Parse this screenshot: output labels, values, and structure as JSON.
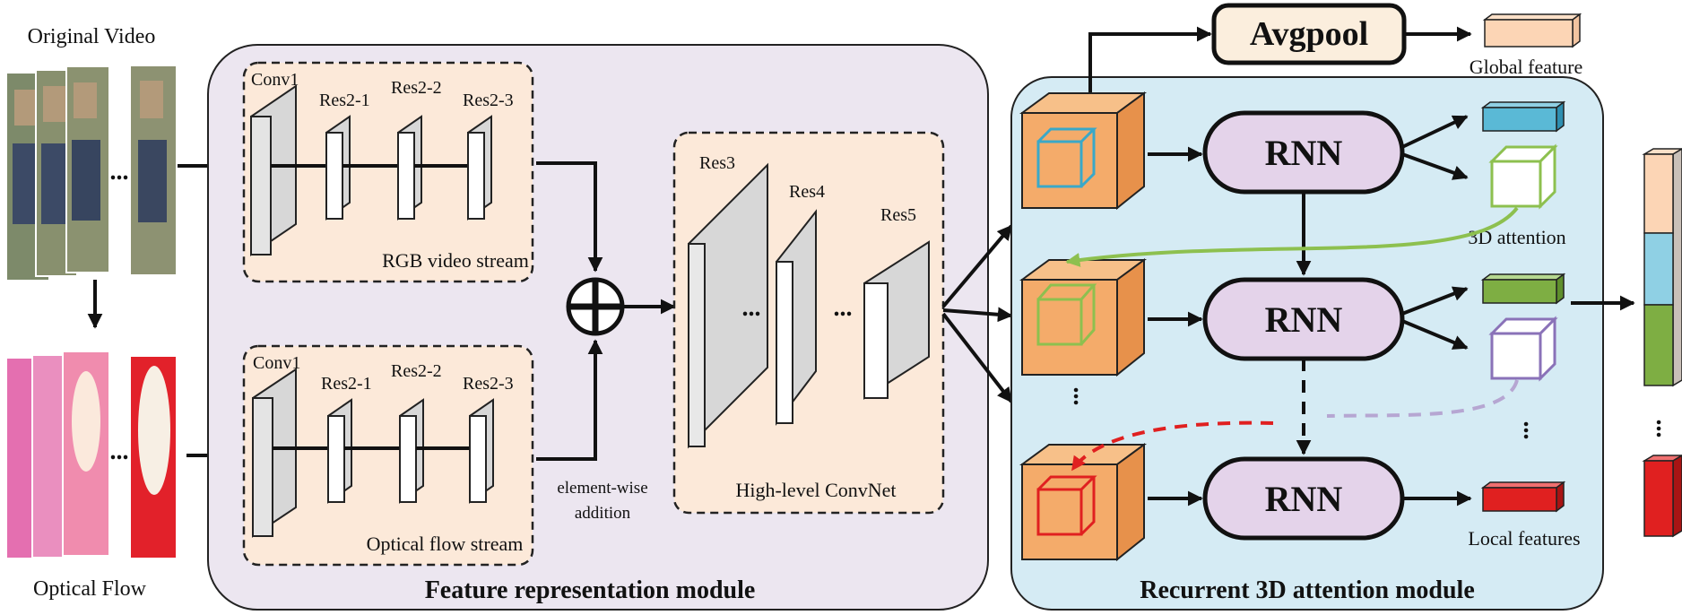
{
  "input": {
    "original_video_label": "Original Video",
    "optical_flow_label": "Optical Flow",
    "ellipsis": "..."
  },
  "feature_module": {
    "title": "Feature representation module",
    "rgb_stream": {
      "caption": "RGB video stream",
      "layers": [
        "Conv1",
        "Res2-1",
        "Res2-2",
        "Res2-3"
      ]
    },
    "flow_stream": {
      "caption": "Optical flow stream",
      "layers": [
        "Conv1",
        "Res2-1",
        "Res2-2",
        "Res2-3"
      ]
    },
    "addition_label_line1": "element-wise",
    "addition_label_line2": "addition",
    "high_level": {
      "caption": "High-level ConvNet",
      "layers": [
        "Res3",
        "Res4",
        "Res5"
      ]
    }
  },
  "attention_module": {
    "title": "Recurrent 3D attention module",
    "avgpool_label": "Avgpool",
    "global_feature_label": "Global feature",
    "rnn_label": "RNN",
    "attention_label": "3D attention",
    "local_features_label": "Local features",
    "colors": {
      "blue": "#3aa8c8",
      "green": "#8dc04f",
      "purple": "#8a72b8",
      "red": "#e02020",
      "cube_orange": "#f4ab6a",
      "rnn_fill": "#e4d3ea",
      "module_bg": "#d5ebf4",
      "feature_bg": "#ece6f0",
      "stream_bg": "#fce9d9"
    }
  }
}
